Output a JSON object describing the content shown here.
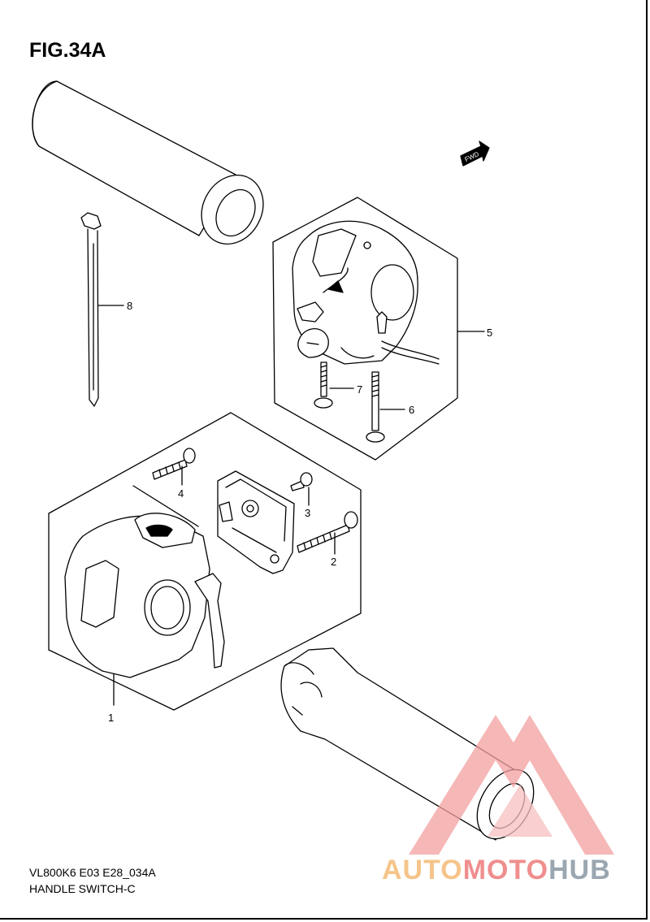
{
  "figure": {
    "title": "FIG.34A",
    "code": "VL800K6 E03 E28_034A",
    "name": "HANDLE SWITCH-C"
  },
  "fwd_label": "FWD",
  "callouts": [
    "1",
    "2",
    "3",
    "4",
    "5",
    "6",
    "7",
    "8"
  ],
  "watermark": {
    "part_a": "AUTO",
    "part_b": "MOTO",
    "part_c": "HUB",
    "colors": {
      "a": "#f6c48a",
      "b": "#f08e8e",
      "c": "#9aa6b0"
    }
  }
}
